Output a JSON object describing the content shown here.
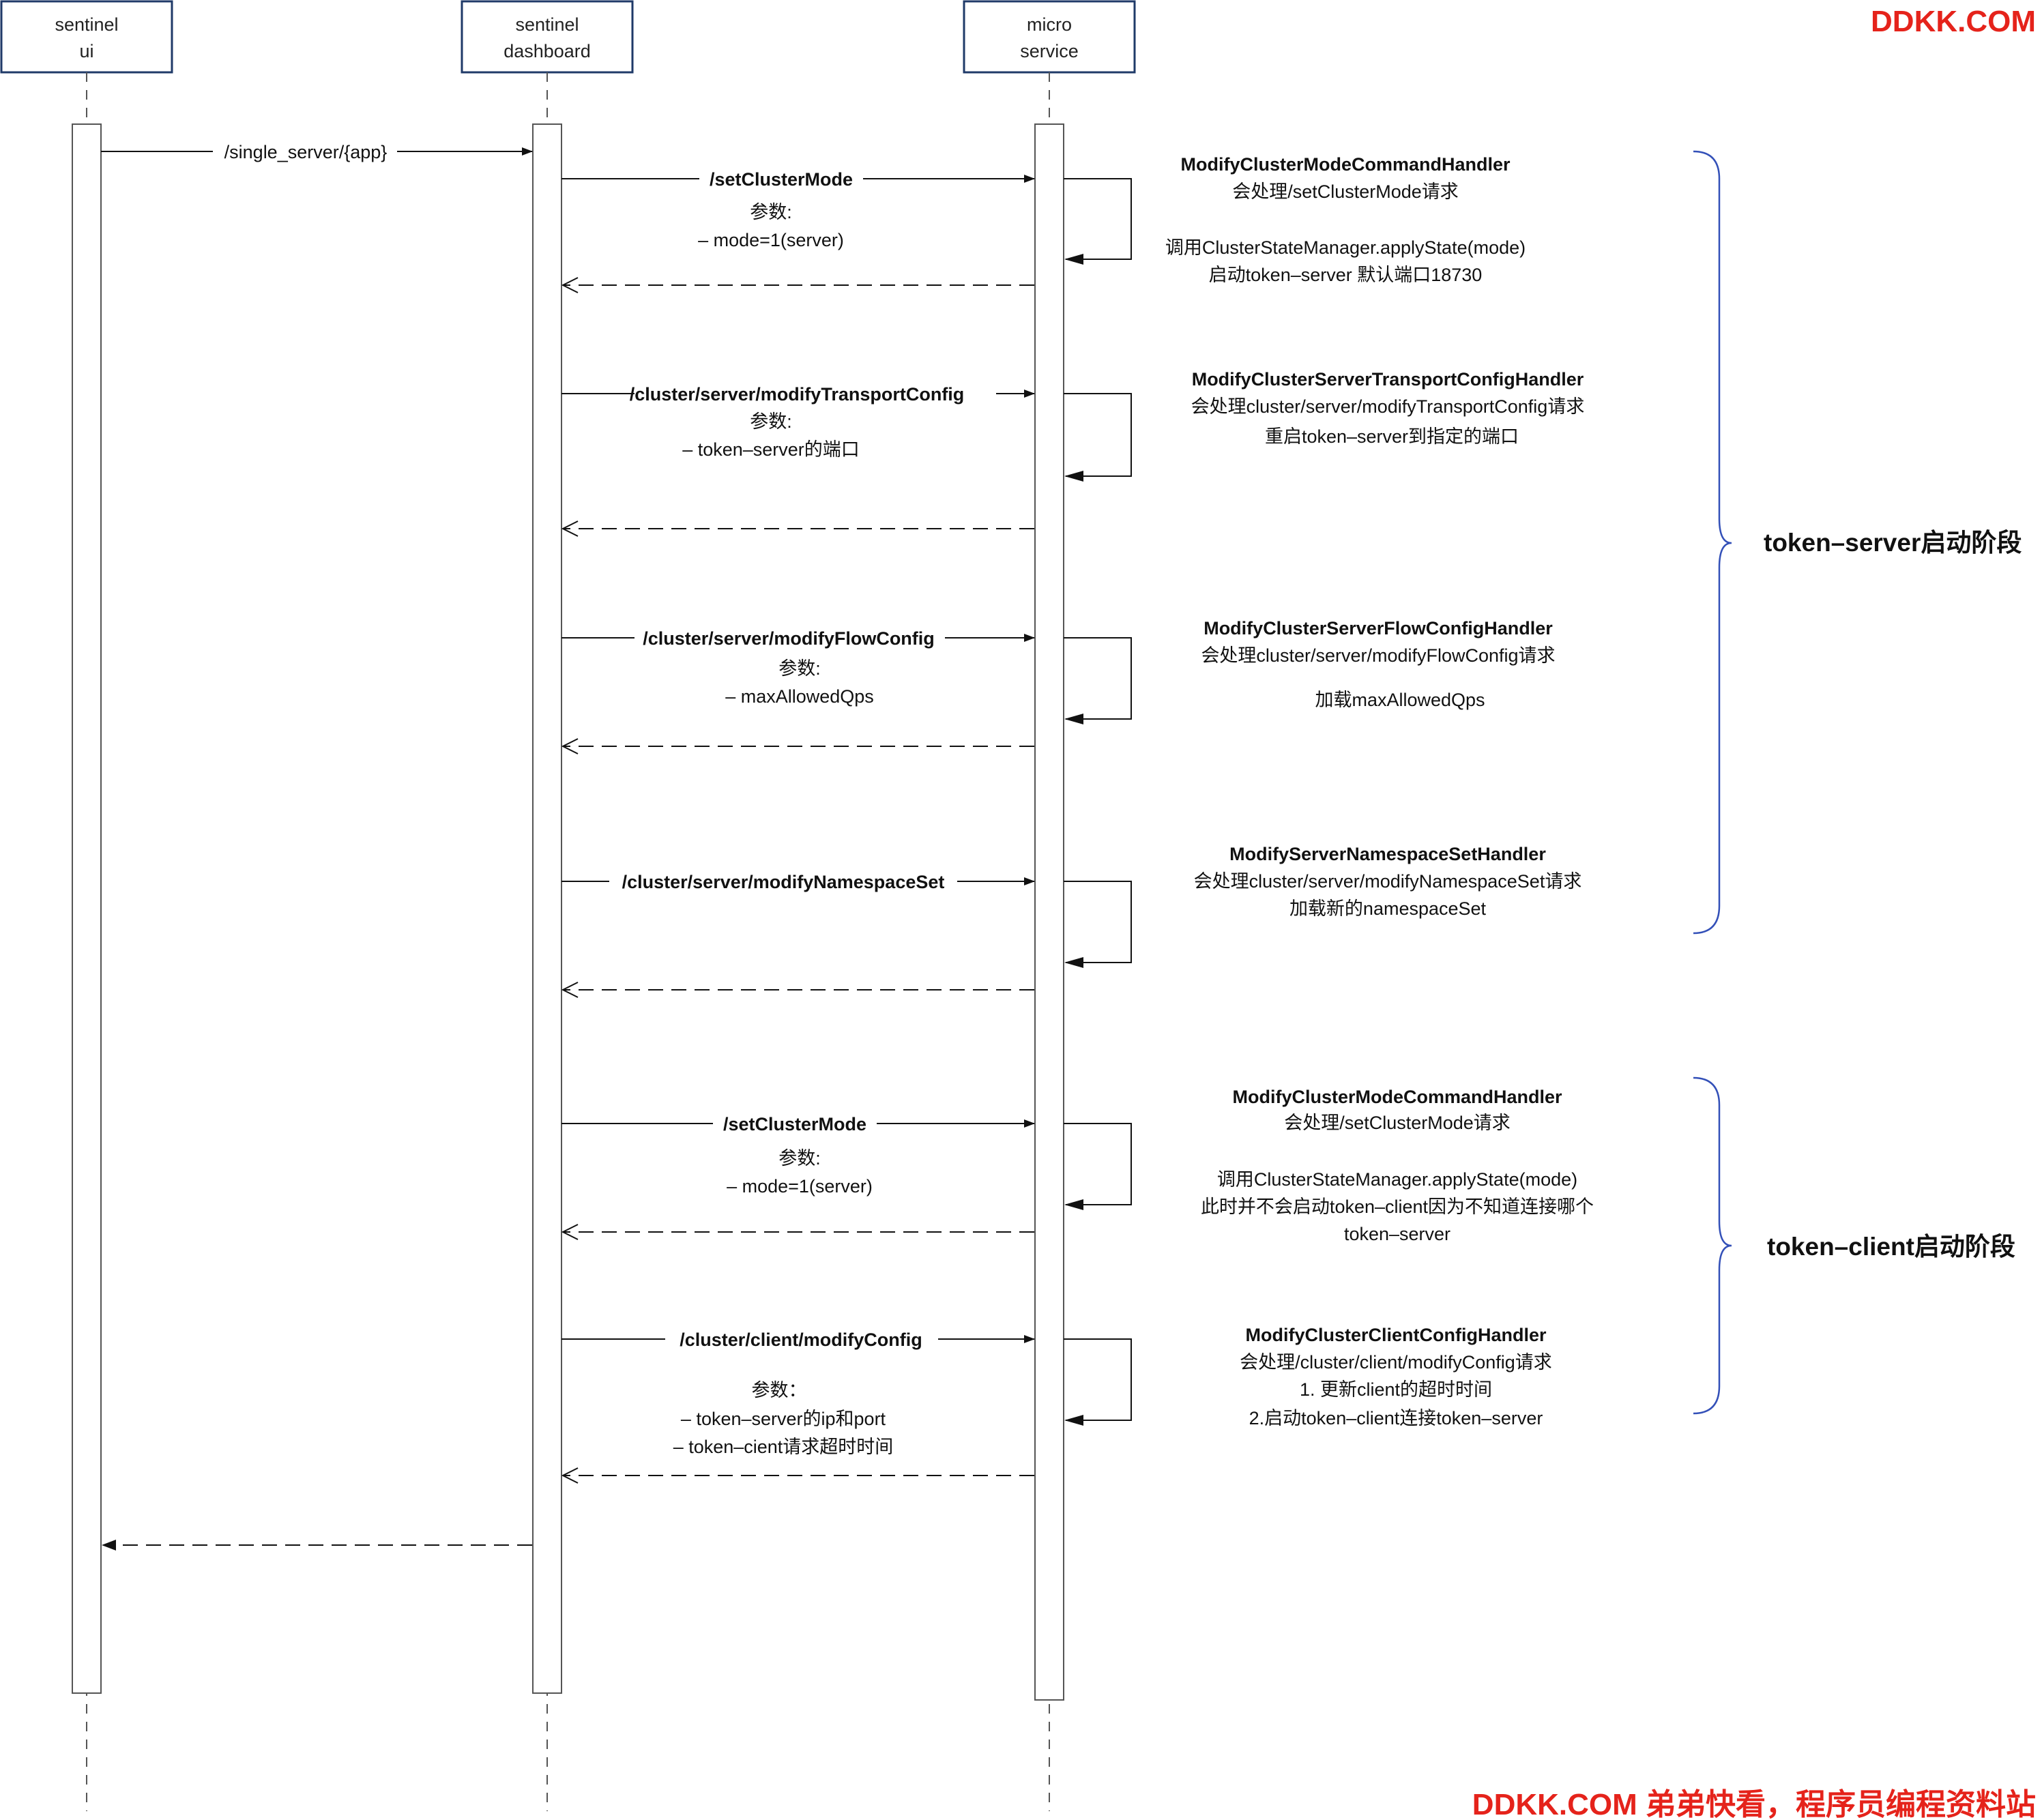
{
  "participants": [
    {
      "id": "ui",
      "lines": [
        "sentinel",
        "ui"
      ]
    },
    {
      "id": "dashboard",
      "lines": [
        "sentinel",
        "dashboard"
      ]
    },
    {
      "id": "micro",
      "lines": [
        "micro",
        "service"
      ]
    }
  ],
  "messages": [
    {
      "id": "m0",
      "label": "/single_server/{app}",
      "params": []
    },
    {
      "id": "m1",
      "label": "/setClusterMode",
      "params": [
        "参数:",
        "– mode=1(server)"
      ]
    },
    {
      "id": "m2",
      "label": "/cluster/server/modifyTransportConfig",
      "params": [
        "参数:",
        "– token–server的端口"
      ]
    },
    {
      "id": "m3",
      "label": "/cluster/server/modifyFlowConfig",
      "params": [
        "参数:",
        "– maxAllowedQps"
      ]
    },
    {
      "id": "m4",
      "label": "/cluster/server/modifyNamespaceSet",
      "params": []
    },
    {
      "id": "m5",
      "label": "/setClusterMode",
      "params": [
        "参数:",
        "– mode=1(server)"
      ]
    },
    {
      "id": "m6",
      "label": "/cluster/client/modifyConfig",
      "params": [
        "参数：",
        "– token–server的ip和port",
        "– token–cient请求超时时间"
      ]
    }
  ],
  "notes": [
    {
      "id": "n1",
      "title": "ModifyClusterModeCommandHandler",
      "lines": [
        "会处理/setClusterMode请求",
        "",
        "调用ClusterStateManager.applyState(mode)",
        "启动token–server 默认端口18730"
      ]
    },
    {
      "id": "n2",
      "title": "ModifyClusterServerTransportConfigHandler",
      "lines": [
        "会处理cluster/server/modifyTransportConfig请求",
        "重启token–server到指定的端口"
      ]
    },
    {
      "id": "n3",
      "title": "ModifyClusterServerFlowConfigHandler",
      "lines": [
        "会处理cluster/server/modifyFlowConfig请求",
        "加载maxAllowedQps"
      ]
    },
    {
      "id": "n4",
      "title": "ModifyServerNamespaceSetHandler",
      "lines": [
        "会处理cluster/server/modifyNamespaceSet请求",
        "加载新的namespaceSet"
      ]
    },
    {
      "id": "n5",
      "title": "ModifyClusterModeCommandHandler",
      "lines": [
        "会处理/setClusterMode请求",
        "",
        "调用ClusterStateManager.applyState(mode)",
        "此时并不会启动token–client因为不知道连接哪个",
        "token–server"
      ]
    },
    {
      "id": "n6",
      "title": "ModifyClusterClientConfigHandler",
      "lines": [
        "会处理/cluster/client/modifyConfig请求",
        "1. 更新client的超时时间",
        "2.启动token–client连接token–server"
      ]
    }
  ],
  "phases": [
    {
      "id": "p1",
      "label": "token–server启动阶段"
    },
    {
      "id": "p2",
      "label": "token–client启动阶段"
    }
  ],
  "watermarks": {
    "top": "DDKK.COM",
    "bottom": "DDKK.COM 弟弟快看，程序员编程资料站"
  },
  "colors": {
    "participant_border": "#1f3a68",
    "brace": "#3350b8",
    "watermark": "#e5231b"
  }
}
